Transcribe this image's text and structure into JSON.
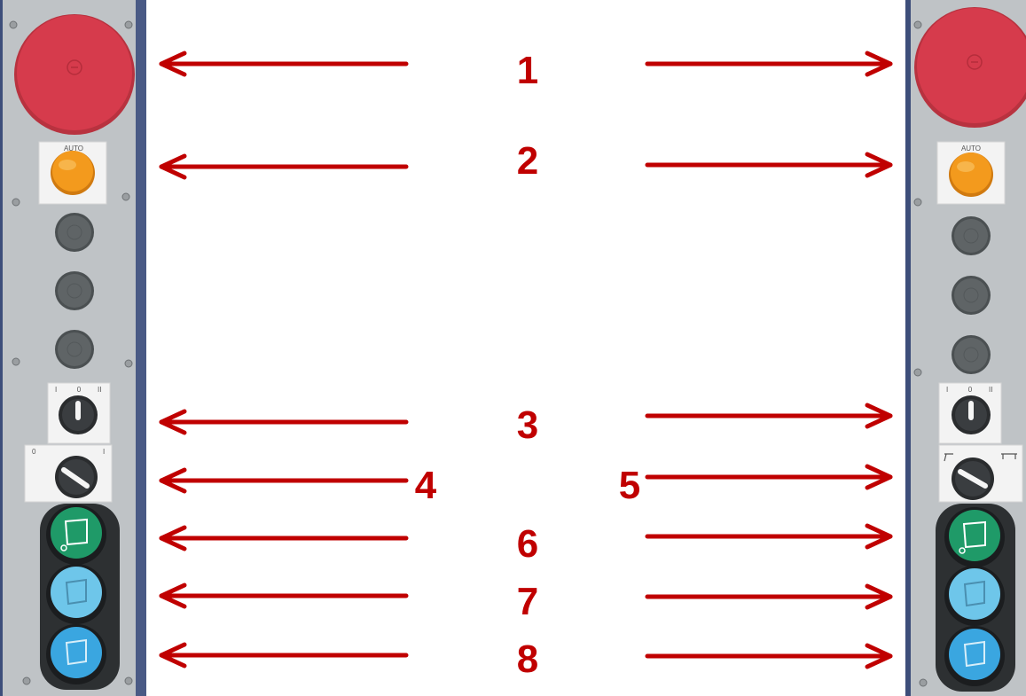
{
  "colors": {
    "arrow": "#c00000",
    "label": "#c00000",
    "estop": "#d63b4c",
    "auto_lamp": "#f39a1d",
    "grey_button": "#5f6466",
    "green_button": "#1f9a68",
    "light_blue_button": "#6ec6ea",
    "blue_button": "#3aa6e0",
    "plate": "#bfc3c6",
    "frame": "#3d4e7a"
  },
  "callouts": [
    "1",
    "2",
    "3",
    "4",
    "5",
    "6",
    "7",
    "8"
  ],
  "panel_text": {
    "auto_left": "AUTO",
    "auto_right": "AUTO",
    "selector3_pos_i": "I",
    "selector3_pos_0": "0",
    "selector3_pos_ii": "II",
    "selector4_pos_0": "0",
    "selector4_pos_i": "I"
  }
}
